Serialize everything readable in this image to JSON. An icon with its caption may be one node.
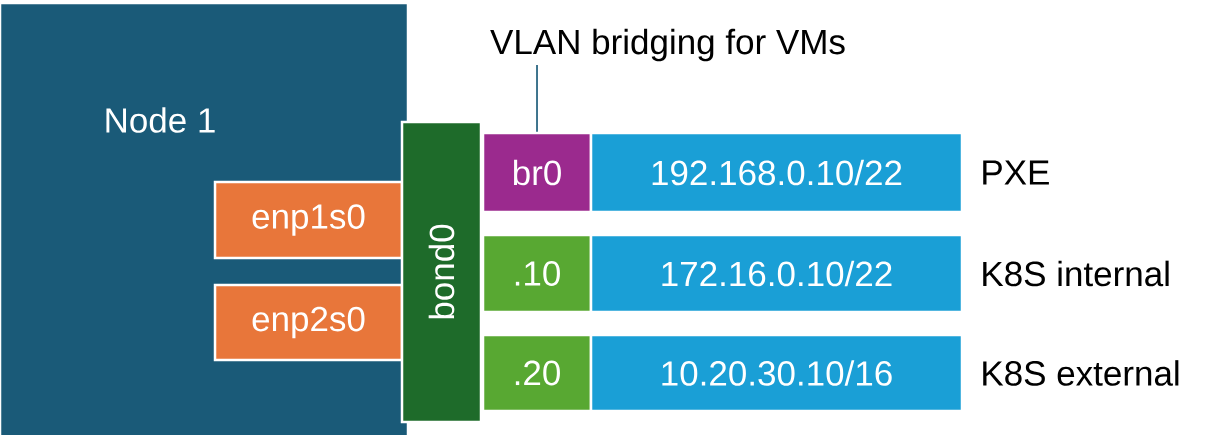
{
  "diagram": {
    "nodes": [
      {
        "text": [
          "Node 1"
        ]
      },
      {
        "text": [
          "enp1s0"
        ],
        "in": 0
      },
      {
        "text": [
          "enp2s0"
        ],
        "in": 0
      },
      {
        "text": [
          "bond0"
        ]
      },
      {
        "text": [
          "VLAN bridging for VMs"
        ]
      },
      {
        "text": [
          "br0"
        ]
      },
      {
        "text": [
          "192.168.0.10/22"
        ],
        "beside": [
          "PXE"
        ]
      },
      {
        "text": [
          ".10"
        ]
      },
      {
        "text": [
          "172.16.0.10/22"
        ],
        "beside": [
          "K8S internal"
        ]
      },
      {
        "text": [
          ".20"
        ]
      },
      {
        "text": [
          "10.20.30.10/16"
        ],
        "beside": [
          "K8S external"
        ]
      }
    ],
    "edges": [
      {
        "from": 4,
        "to": 5,
        "arrow": "none"
      }
    ]
  }
}
